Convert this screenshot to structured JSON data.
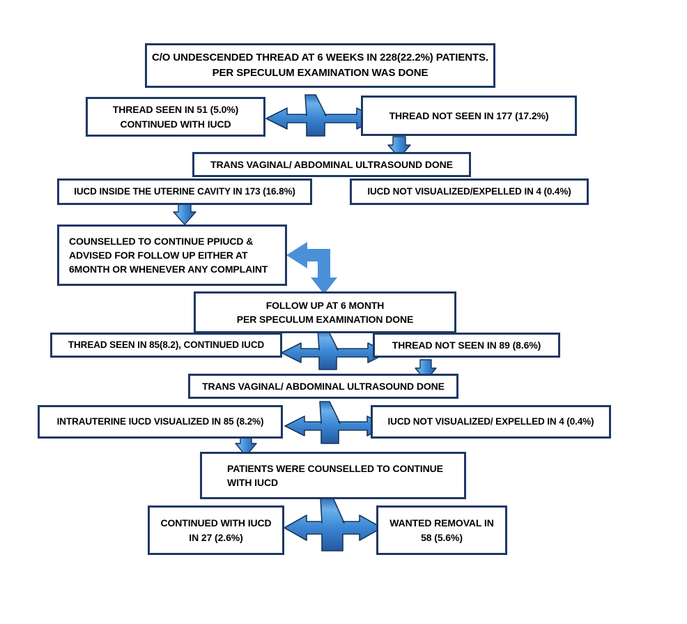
{
  "diagram": {
    "title": "PPIUCD follow-up flowchart",
    "colors": {
      "box_border": "#1F3864",
      "arrow_fill": "#3C88D4",
      "arrow_fill_light": "#4A90D9",
      "arrow_stroke": "#1F3864",
      "background": "#FFFFFF",
      "text": "#000000"
    },
    "nodes": [
      {
        "id": "co-undescended-thread",
        "lines": [
          "C/O UNDESCENDED THREAD AT 6 WEEKS IN 228(22.2%)  PATIENTS.",
          "PER SPECULUM EXAMINATION WAS DONE"
        ]
      },
      {
        "id": "thread-seen-51",
        "lines": [
          "THREAD SEEN IN 51 (5.0%)",
          "CONTINUED WITH IUCD"
        ]
      },
      {
        "id": "thread-not-seen-177",
        "lines": [
          "THREAD NOT SEEN IN 177 (17.2%)"
        ]
      },
      {
        "id": "ultrasound-done-1",
        "lines": [
          "TRANS VAGINAL/ ABDOMINAL ULTRASOUND DONE"
        ]
      },
      {
        "id": "iucd-inside-uterine-cavity-173",
        "lines": [
          "IUCD INSIDE THE UTERINE CAVITY IN 173 (16.8%)"
        ]
      },
      {
        "id": "iucd-not-visualized-4-a",
        "lines": [
          "IUCD NOT VISUALIZED/EXPELLED IN 4 (0.4%)"
        ]
      },
      {
        "id": "counselled-to-continue-ppiucd",
        "lines": [
          "COUNSELLED TO CONTINUE PPIUCD &",
          "ADVISED FOR FOLLOW UP EITHER AT",
          "6MONTH OR WHENEVER ANY COMPLAINT"
        ]
      },
      {
        "id": "follow-up-6-month",
        "lines": [
          "FOLLOW UP AT 6 MONTH",
          "PER SPECULUM EXAMINATION DONE"
        ]
      },
      {
        "id": "thread-seen-85",
        "lines": [
          "THREAD SEEN IN 85(8.2), CONTINUED IUCD"
        ]
      },
      {
        "id": "thread-not-seen-89",
        "lines": [
          "THREAD NOT SEEN IN 89 (8.6%)"
        ]
      },
      {
        "id": "ultrasound-done-2",
        "lines": [
          "TRANS VAGINAL/ ABDOMINAL ULTRASOUND DONE"
        ]
      },
      {
        "id": "intrauterine-iucd-visualized-85",
        "lines": [
          "INTRAUTERINE IUCD VISUALIZED IN 85 (8.2%)"
        ]
      },
      {
        "id": "iucd-not-visualized-4-b",
        "lines": [
          "IUCD NOT VISUALIZED/ EXPELLED IN 4 (0.4%)"
        ]
      },
      {
        "id": "patients-counselled-continue",
        "lines": [
          "PATIENTS WERE COUNSELLED TO CONTINUE",
          "WITH IUCD"
        ]
      },
      {
        "id": "continued-with-iucd-27",
        "lines": [
          "CONTINUED WITH IUCD",
          "IN 27 (2.6%)"
        ]
      },
      {
        "id": "wanted-removal-58",
        "lines": [
          "WANTED REMOVAL IN",
          "58 (5.6%)"
        ]
      }
    ]
  },
  "chart_data": {
    "type": "diagram",
    "title": "C/O undescended thread at 6 weeks follow-up flowchart",
    "total_patients_with_complaint": 228,
    "total_percent": "22.2%",
    "steps": [
      {
        "label": "C/O undescended thread at 6 weeks",
        "n": 228,
        "pct": 22.2
      },
      {
        "label": "Thread seen, continued with IUCD (6 weeks)",
        "n": 51,
        "pct": 5.0
      },
      {
        "label": "Thread not seen (6 weeks)",
        "n": 177,
        "pct": 17.2
      },
      {
        "label": "IUCD inside the uterine cavity",
        "n": 173,
        "pct": 16.8
      },
      {
        "label": "IUCD not visualized/expelled (6 weeks)",
        "n": 4,
        "pct": 0.4
      },
      {
        "label": "Thread seen, continued IUCD (6 month)",
        "n": 85,
        "pct": 8.2
      },
      {
        "label": "Thread not seen (6 month)",
        "n": 89,
        "pct": 8.6
      },
      {
        "label": "Intrauterine IUCD visualized (6 month)",
        "n": 85,
        "pct": 8.2
      },
      {
        "label": "IUCD not visualized/expelled (6 month)",
        "n": 4,
        "pct": 0.4
      },
      {
        "label": "Continued with IUCD",
        "n": 27,
        "pct": 2.6
      },
      {
        "label": "Wanted removal",
        "n": 58,
        "pct": 5.6
      }
    ]
  }
}
